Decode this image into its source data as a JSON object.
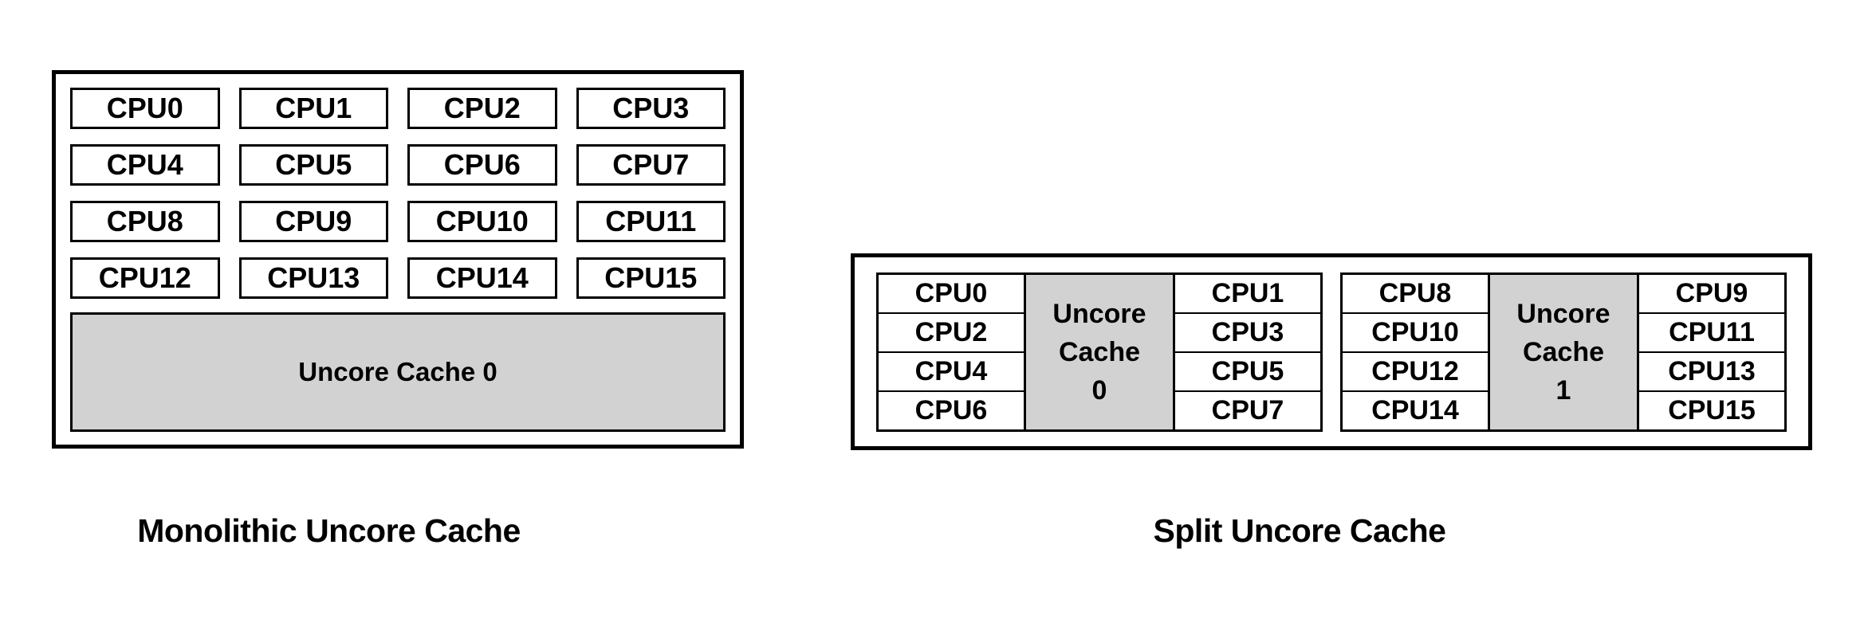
{
  "colors": {
    "cache_fill": "#d2d2d2",
    "border": "#000000"
  },
  "monolithic": {
    "caption": "Monolithic Uncore Cache",
    "cpus": [
      "CPU0",
      "CPU1",
      "CPU2",
      "CPU3",
      "CPU4",
      "CPU5",
      "CPU6",
      "CPU7",
      "CPU8",
      "CPU9",
      "CPU10",
      "CPU11",
      "CPU12",
      "CPU13",
      "CPU14",
      "CPU15"
    ],
    "cache_label": "Uncore Cache 0"
  },
  "split": {
    "caption": "Split Uncore Cache",
    "clusters": [
      {
        "left_cpus": [
          "CPU0",
          "CPU2",
          "CPU4",
          "CPU6"
        ],
        "cache_lines": [
          "Uncore",
          "Cache",
          "0"
        ],
        "right_cpus": [
          "CPU1",
          "CPU3",
          "CPU5",
          "CPU7"
        ]
      },
      {
        "left_cpus": [
          "CPU8",
          "CPU10",
          "CPU12",
          "CPU14"
        ],
        "cache_lines": [
          "Uncore",
          "Cache",
          "1"
        ],
        "right_cpus": [
          "CPU9",
          "CPU11",
          "CPU13",
          "CPU15"
        ]
      }
    ]
  }
}
